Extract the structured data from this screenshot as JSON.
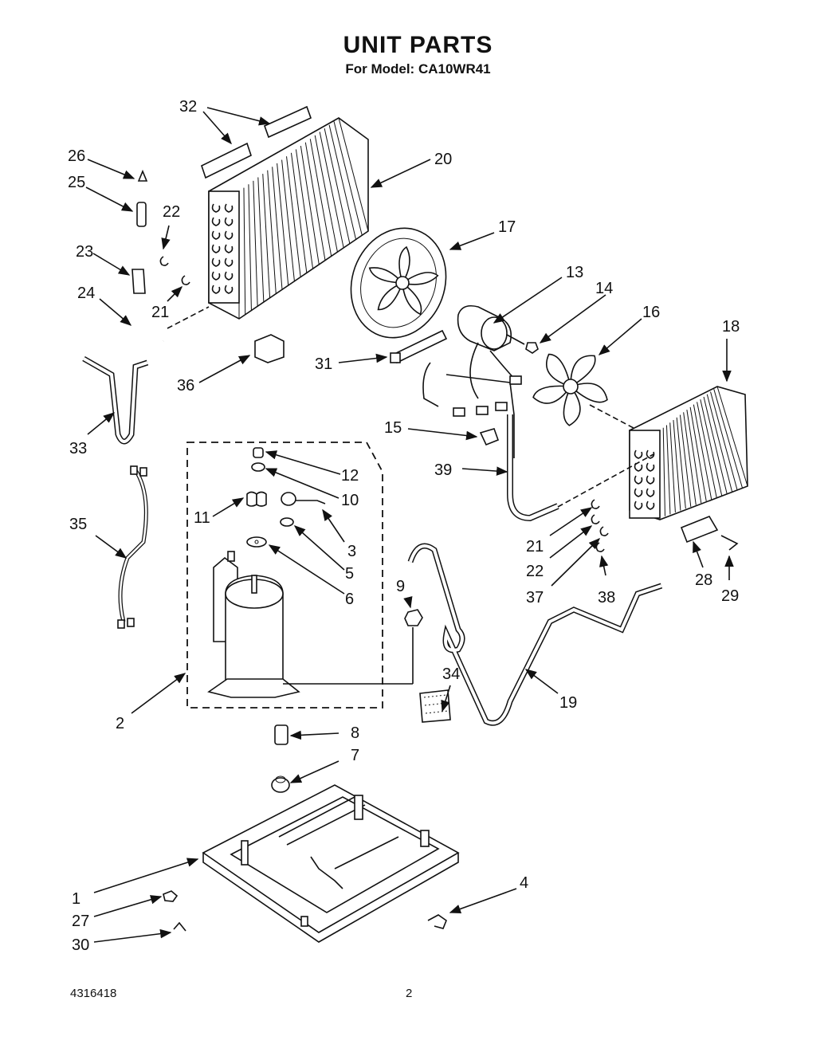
{
  "title": "UNIT PARTS",
  "subtitle": "For Model: CA10WR41",
  "footer": {
    "doc_number": "4316418",
    "page_number": "2"
  },
  "callouts": {
    "p1": "1",
    "p2": "2",
    "p3": "3",
    "p4": "4",
    "p5": "5",
    "p6": "6",
    "p7": "7",
    "p8": "8",
    "p9": "9",
    "p10": "10",
    "p11": "11",
    "p12": "12",
    "p13": "13",
    "p14": "14",
    "p15": "15",
    "p16": "16",
    "p17": "17",
    "p18": "18",
    "p19": "19",
    "p20": "20",
    "p21a": "21",
    "p21b": "21",
    "p22a": "22",
    "p22b": "22",
    "p23": "23",
    "p24": "24",
    "p25": "25",
    "p26": "26",
    "p27": "27",
    "p28": "28",
    "p29": "29",
    "p30": "30",
    "p31": "31",
    "p32": "32",
    "p33": "33",
    "p34": "34",
    "p35": "35",
    "p36": "36",
    "p37": "37",
    "p38": "38",
    "p39": "39"
  }
}
